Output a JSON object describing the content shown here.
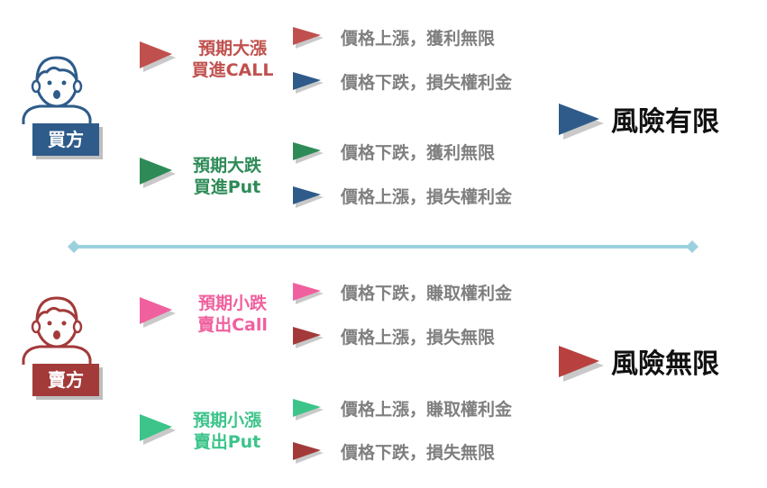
{
  "colors": {
    "buyer_navy": "#2e5b8a",
    "seller_red": "#a33a3a",
    "call_buy_red": "#c0504d",
    "put_buy_green": "#2e8b57",
    "call_sell_pink": "#f0609e",
    "put_sell_green": "#3cc48a",
    "divider": "#9dd0df",
    "outcome_gray": "#7f7f7f"
  },
  "icons": {
    "person": "person-icon",
    "arrow": "triangle-arrow-icon"
  },
  "buyer": {
    "role": "買方",
    "risk": "風險有限",
    "strategies": [
      {
        "name_line1": "預期大漲",
        "name_line2": "買進CALL",
        "outcomes": [
          "價格上漲，獲利無限",
          "價格下跌，損失權利金"
        ]
      },
      {
        "name_line1": "預期大跌",
        "name_line2": "買進Put",
        "outcomes": [
          "價格下跌，獲利無限",
          "價格上漲，損失權利金"
        ]
      }
    ]
  },
  "seller": {
    "role": "賣方",
    "risk": "風險無限",
    "strategies": [
      {
        "name_line1": "預期小跌",
        "name_line2": "賣出Call",
        "outcomes": [
          "價格下跌，賺取權利金",
          "價格上漲，損失無限"
        ]
      },
      {
        "name_line1": "預期小漲",
        "name_line2": "賣出Put",
        "outcomes": [
          "價格上漲，賺取權利金",
          "價格下跌，損失無限"
        ]
      }
    ]
  }
}
